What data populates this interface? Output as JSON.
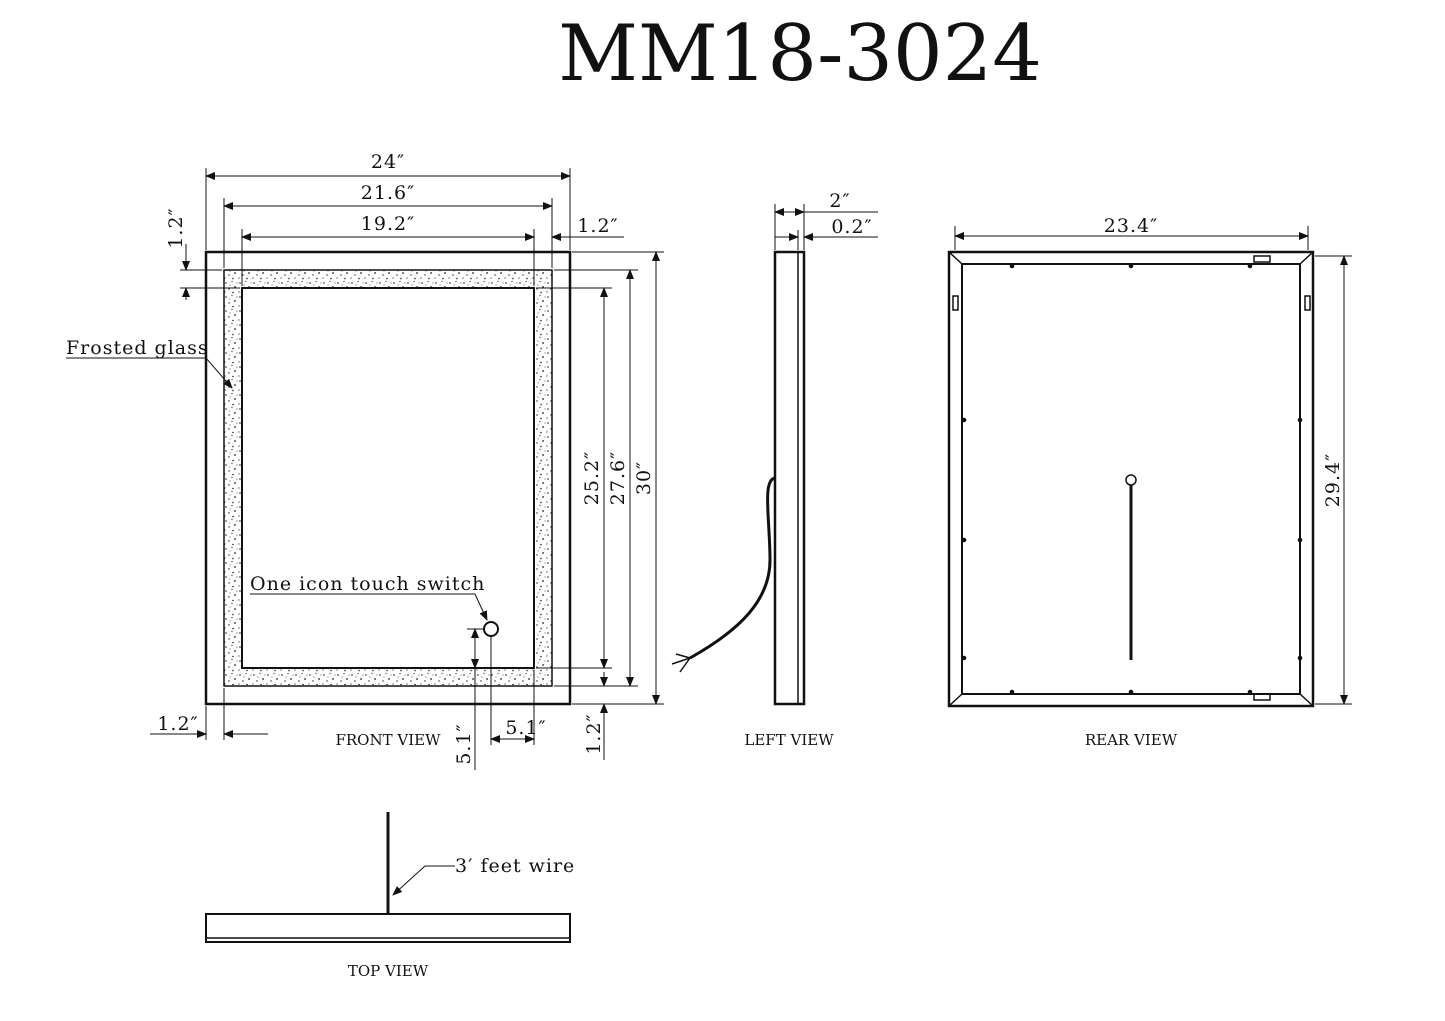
{
  "title": "MM18-3024",
  "colors": {
    "line": "#111111",
    "background": "#ffffff"
  },
  "views": {
    "front": "FRONT VIEW",
    "left": "LEFT VIEW",
    "rear": "REAR VIEW",
    "top": "TOP VIEW"
  },
  "labels": {
    "frosted_glass": "Frosted glass",
    "touch_switch": "One icon touch switch",
    "wire": "3′ feet wire"
  },
  "dimensions": {
    "front_width_outer": "24″",
    "front_width_frost": "21.6″",
    "front_width_inner": "19.2″",
    "front_margin_top": "1.2″",
    "front_margin_right": "1.2″",
    "front_height_inner": "25.2″",
    "front_height_frost": "27.6″",
    "front_height_outer": "30″",
    "front_margin_left": "1.2″",
    "switch_from_bottom": "5.1″",
    "switch_from_right": "5.1″",
    "front_margin_bottom": "1.2″",
    "side_depth": "2″",
    "side_glass": "0.2″",
    "rear_width": "23.4″",
    "rear_height": "29.4″"
  }
}
